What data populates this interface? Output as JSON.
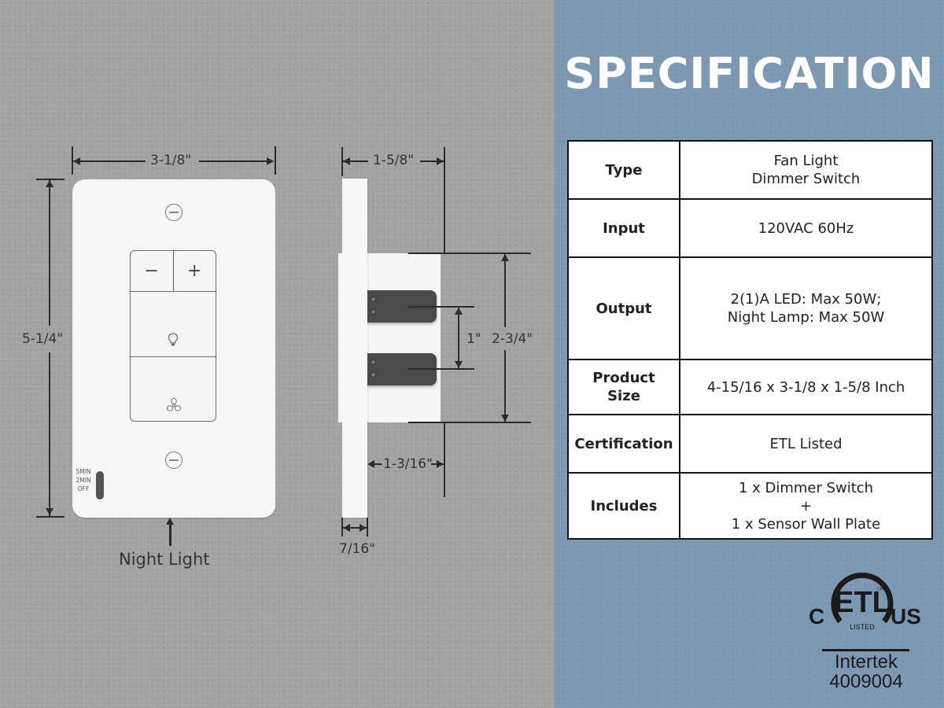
{
  "title": "SPECIFICATION",
  "colors": {
    "left_background": "#a3a3a3",
    "right_background": "#7c97b2",
    "plate": "#f6f6f6",
    "bracket": "#4a4a4a",
    "title_text": "#ffffff"
  },
  "front_view": {
    "width_label": "3-1/8\"",
    "height_label": "5-1/4\"",
    "switch": {
      "minus_label": "−",
      "plus_label": "+",
      "light_icon": "light-bulb-icon",
      "fan_icon": "fan-icon"
    },
    "timer_options": [
      "5MIN",
      "2MIN",
      "OFF"
    ],
    "night_light_label": "Night Light"
  },
  "side_view": {
    "depth_label": "1-5/8\"",
    "body_height_label": "2-3/4\"",
    "bracket_spacing_label": "1\"",
    "body_depth_label": "1-3/16\"",
    "plate_thickness_label": "7/16\""
  },
  "spec_table": [
    {
      "label": "Type",
      "value": [
        "Fan Light",
        "Dimmer Switch"
      ]
    },
    {
      "label": "Input",
      "value": [
        "120VAC 60Hz"
      ]
    },
    {
      "label": "Output",
      "value": [
        "2(1)A LED: Max 50W;",
        "Night Lamp: Max 50W"
      ]
    },
    {
      "label": "Product Size",
      "value": [
        "4-15/16 x 3-1/8 x 1-5/8 Inch"
      ]
    },
    {
      "label": "Certification",
      "value": [
        "ETL Listed"
      ]
    },
    {
      "label": "Includes",
      "value": [
        "1 x Dimmer Switch",
        "+",
        "1 x Sensor Wall Plate"
      ]
    }
  ],
  "certification_mark": {
    "left": "C",
    "center": "ETL",
    "ring_text": "LISTED",
    "right": "US",
    "small": "CM",
    "company": "Intertek",
    "number": "4009004"
  }
}
